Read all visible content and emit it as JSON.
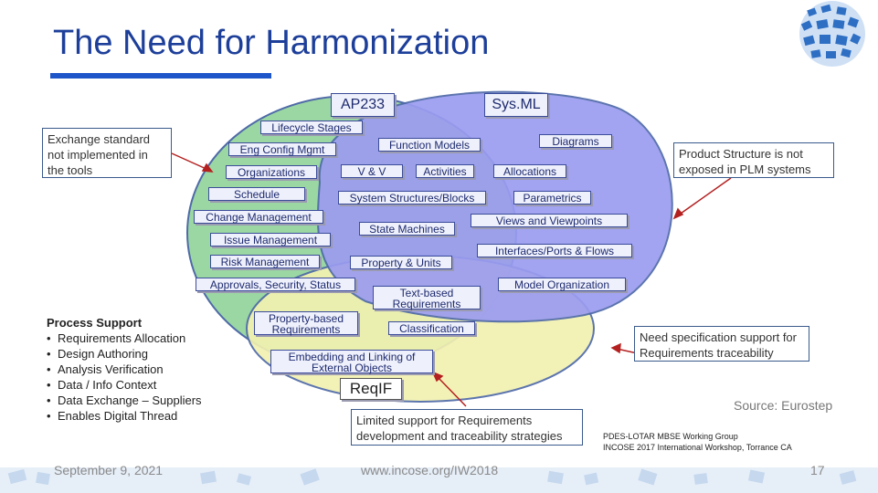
{
  "title": "The Need for Harmonization",
  "callouts": {
    "exchange": "Exchange standard not implemented in the tools",
    "product": "Product Structure is not exposed in PLM systems",
    "need": "Need specification support for Requirements traceability",
    "limited": "Limited support for Requirements development and traceability strategies"
  },
  "diagram": {
    "ap233": "AP233",
    "sysml": "Sys.ML",
    "reqif": "ReqIF",
    "labels": {
      "lifecycle": "Lifecycle Stages",
      "engconfig": "Eng Config Mgmt",
      "organizations": "Organizations",
      "schedule": "Schedule",
      "change": "Change Management",
      "issue": "Issue Management",
      "risk": "Risk Management",
      "approvals": "Approvals, Security, Status",
      "function": "Function Models",
      "diagrams": "Diagrams",
      "vv": "V & V",
      "activities": "Activities",
      "allocations": "Allocations",
      "sysstruct": "System Structures/Blocks",
      "parametrics": "Parametrics",
      "statemach": "State Machines",
      "views": "Views and Viewpoints",
      "interfaces": "Interfaces/Ports & Flows",
      "property": "Property & Units",
      "textbased": "Text-based Requirements",
      "modelorg": "Model Organization",
      "propbased": "Property-based Requirements",
      "classification": "Classification",
      "embedding": "Embedding and Linking of External Objects"
    }
  },
  "process_support": {
    "heading": "Process Support",
    "items": [
      "Requirements Allocation",
      "Design Authoring",
      "Analysis Verification",
      "Data / Info Context",
      "Data Exchange – Suppliers",
      "Enables Digital Thread"
    ]
  },
  "source": "Source: Eurostep",
  "pdes": [
    "PDES-LOTAR MBSE Working Group",
    "INCOSE 2017 International Workshop, Torrance CA"
  ],
  "footer": {
    "date": "September 9, 2021",
    "url": "www.incose.org/IW2018",
    "page": "17"
  },
  "colors": {
    "title": "#1d3f9a",
    "ap233": "#9bd7a3",
    "sysml": "#9b9cf0",
    "reqif": "#f1f0b0"
  }
}
